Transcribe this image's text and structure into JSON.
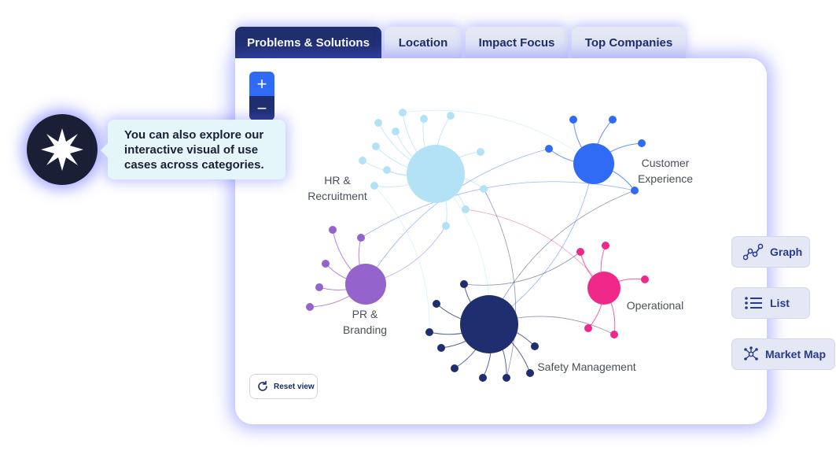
{
  "tabs": [
    {
      "label": "Problems & Solutions",
      "active": true
    },
    {
      "label": "Location",
      "active": false
    },
    {
      "label": "Impact Focus",
      "active": false
    },
    {
      "label": "Top Companies",
      "active": false
    }
  ],
  "zoom": {
    "in_label": "+",
    "out_label": "−"
  },
  "tooltip": {
    "lines": [
      "You can also explore our",
      "interactive visual of use",
      "cases across categories."
    ]
  },
  "reset": {
    "label": "Reset view"
  },
  "views": {
    "graph": {
      "label": "Graph",
      "icon": "graph-icon"
    },
    "list": {
      "label": "List",
      "icon": "list-icon"
    },
    "market_map": {
      "label": "Market Map",
      "icon": "network-icon"
    }
  },
  "clusters": {
    "hr": {
      "label": [
        "HR &",
        "Recruitment"
      ],
      "color": "#b3e2f7"
    },
    "cx": {
      "label": [
        "Customer",
        "Experience"
      ],
      "color": "#2f6bf5"
    },
    "pr": {
      "label": [
        "PR &",
        "Branding"
      ],
      "color": "#9563cc"
    },
    "op": {
      "label": [
        "Operational"
      ],
      "color": "#f0288a"
    },
    "sm": {
      "label": [
        "Safety Management"
      ],
      "color": "#1e2e6e"
    }
  },
  "colors": {
    "accent": "#2f6bf5",
    "navy": "#1e2e6e",
    "glow": "#5c62ff"
  }
}
